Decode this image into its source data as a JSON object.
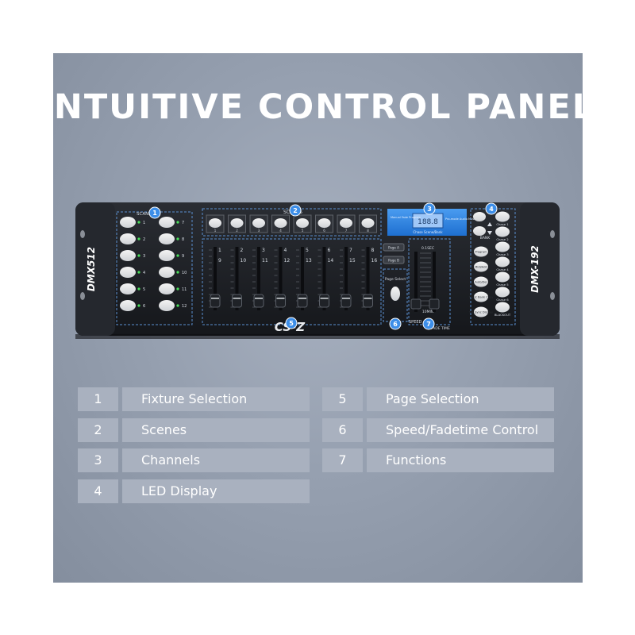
{
  "headline": "INTUITIVE CONTROL PANEL",
  "device": {
    "left_label": "DMX512",
    "right_label": "DMX-192",
    "scanners_label": "SCANNERS",
    "scenes_label": "SCENES",
    "scanner_numbers": [
      "1",
      "2",
      "3",
      "4",
      "5",
      "6",
      "7",
      "8",
      "9",
      "10",
      "11",
      "12"
    ],
    "scene_numbers": [
      "1",
      "2",
      "3",
      "4",
      "5",
      "6",
      "7",
      "8"
    ],
    "channel_numbers_top": [
      "1",
      "2",
      "3",
      "4",
      "5",
      "6",
      "7",
      "8"
    ],
    "channel_numbers_bottom": [
      "9",
      "10",
      "11",
      "12",
      "13",
      "14",
      "15",
      "16"
    ],
    "page_buttons": [
      "Page A",
      "Page B"
    ],
    "page_select_label": "Page Select",
    "speed_label": "SPEED",
    "fade_label": "FADE TIME",
    "speed_top": "0.1SEC",
    "speed_bottom": "10MIN",
    "display_value": "188.8",
    "display_caption": "Chase Scene/Bank",
    "display_left": "Manual Fade Program",
    "display_right": "Pro-mode Audio Music",
    "func_left": [
      "Program",
      "Midi/Add",
      "Auto/Del",
      "Music Bank Copy",
      "Tap Sync Display"
    ],
    "func_right": [
      "Chase 1",
      "Chase 2",
      "Chase 3",
      "Chase 4",
      "Chase 5",
      "Chase 6",
      "BLACKOUT"
    ],
    "bank_label": "BANK",
    "brand": "CS-Z",
    "callouts": [
      "1",
      "2",
      "3",
      "4",
      "5",
      "6",
      "7"
    ]
  },
  "legend": [
    {
      "num": "1",
      "label": "Fixture Selection"
    },
    {
      "num": "2",
      "label": "Scenes"
    },
    {
      "num": "3",
      "label": "Channels"
    },
    {
      "num": "4",
      "label": "LED Display"
    },
    {
      "num": "5",
      "label": "Page Selection"
    },
    {
      "num": "6",
      "label": "Speed/Fadetime Control"
    },
    {
      "num": "7",
      "label": "Functions"
    }
  ],
  "colors": {
    "card_bg": "#96a0b0",
    "panel": "#1d2026",
    "callout": "#3d8ee8",
    "display": "#2b7fe0",
    "legend_bg": "#a9b1bf"
  }
}
